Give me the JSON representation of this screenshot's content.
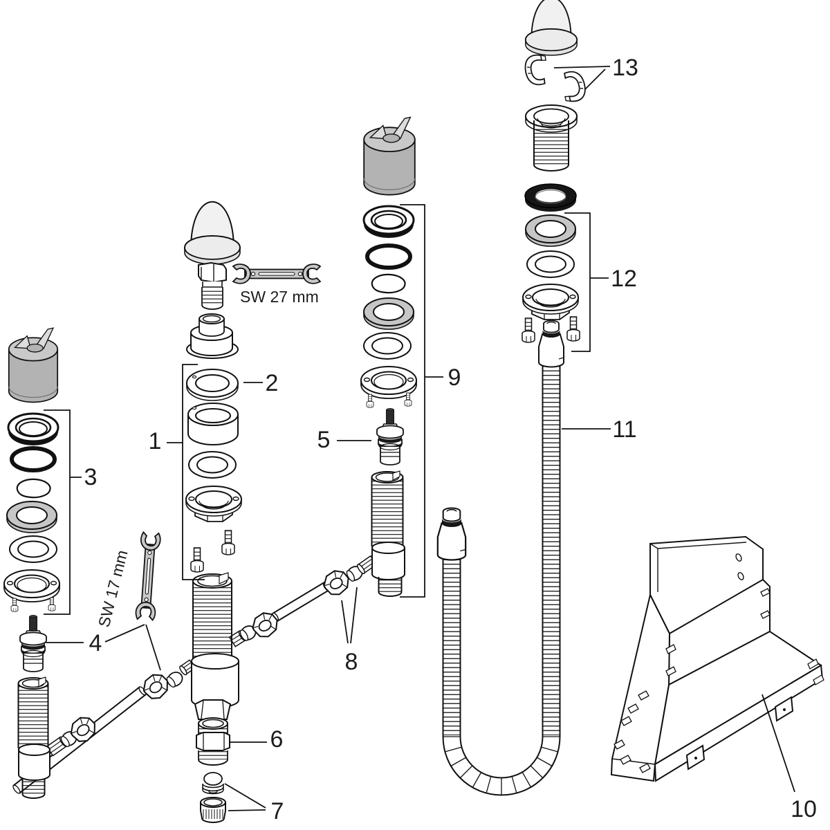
{
  "diagram": {
    "type": "exploded-parts-diagram",
    "part_labels": {
      "1": "1",
      "2": "2",
      "3": "3",
      "4": "4",
      "5": "5",
      "6": "6",
      "7": "7",
      "8": "8",
      "9": "9",
      "10": "10",
      "11": "11",
      "12": "12",
      "13": "13"
    },
    "tools": {
      "sw27_label": "SW 27 mm",
      "sw17_label": "SW 17 mm"
    },
    "colors": {
      "line": "#111111",
      "cap_gray": "#b3b3b3",
      "washer_gray": "#c6c6c6",
      "metal_gray": "#c8c8c8",
      "dark_part": "#161616",
      "background": "#ffffff"
    }
  }
}
